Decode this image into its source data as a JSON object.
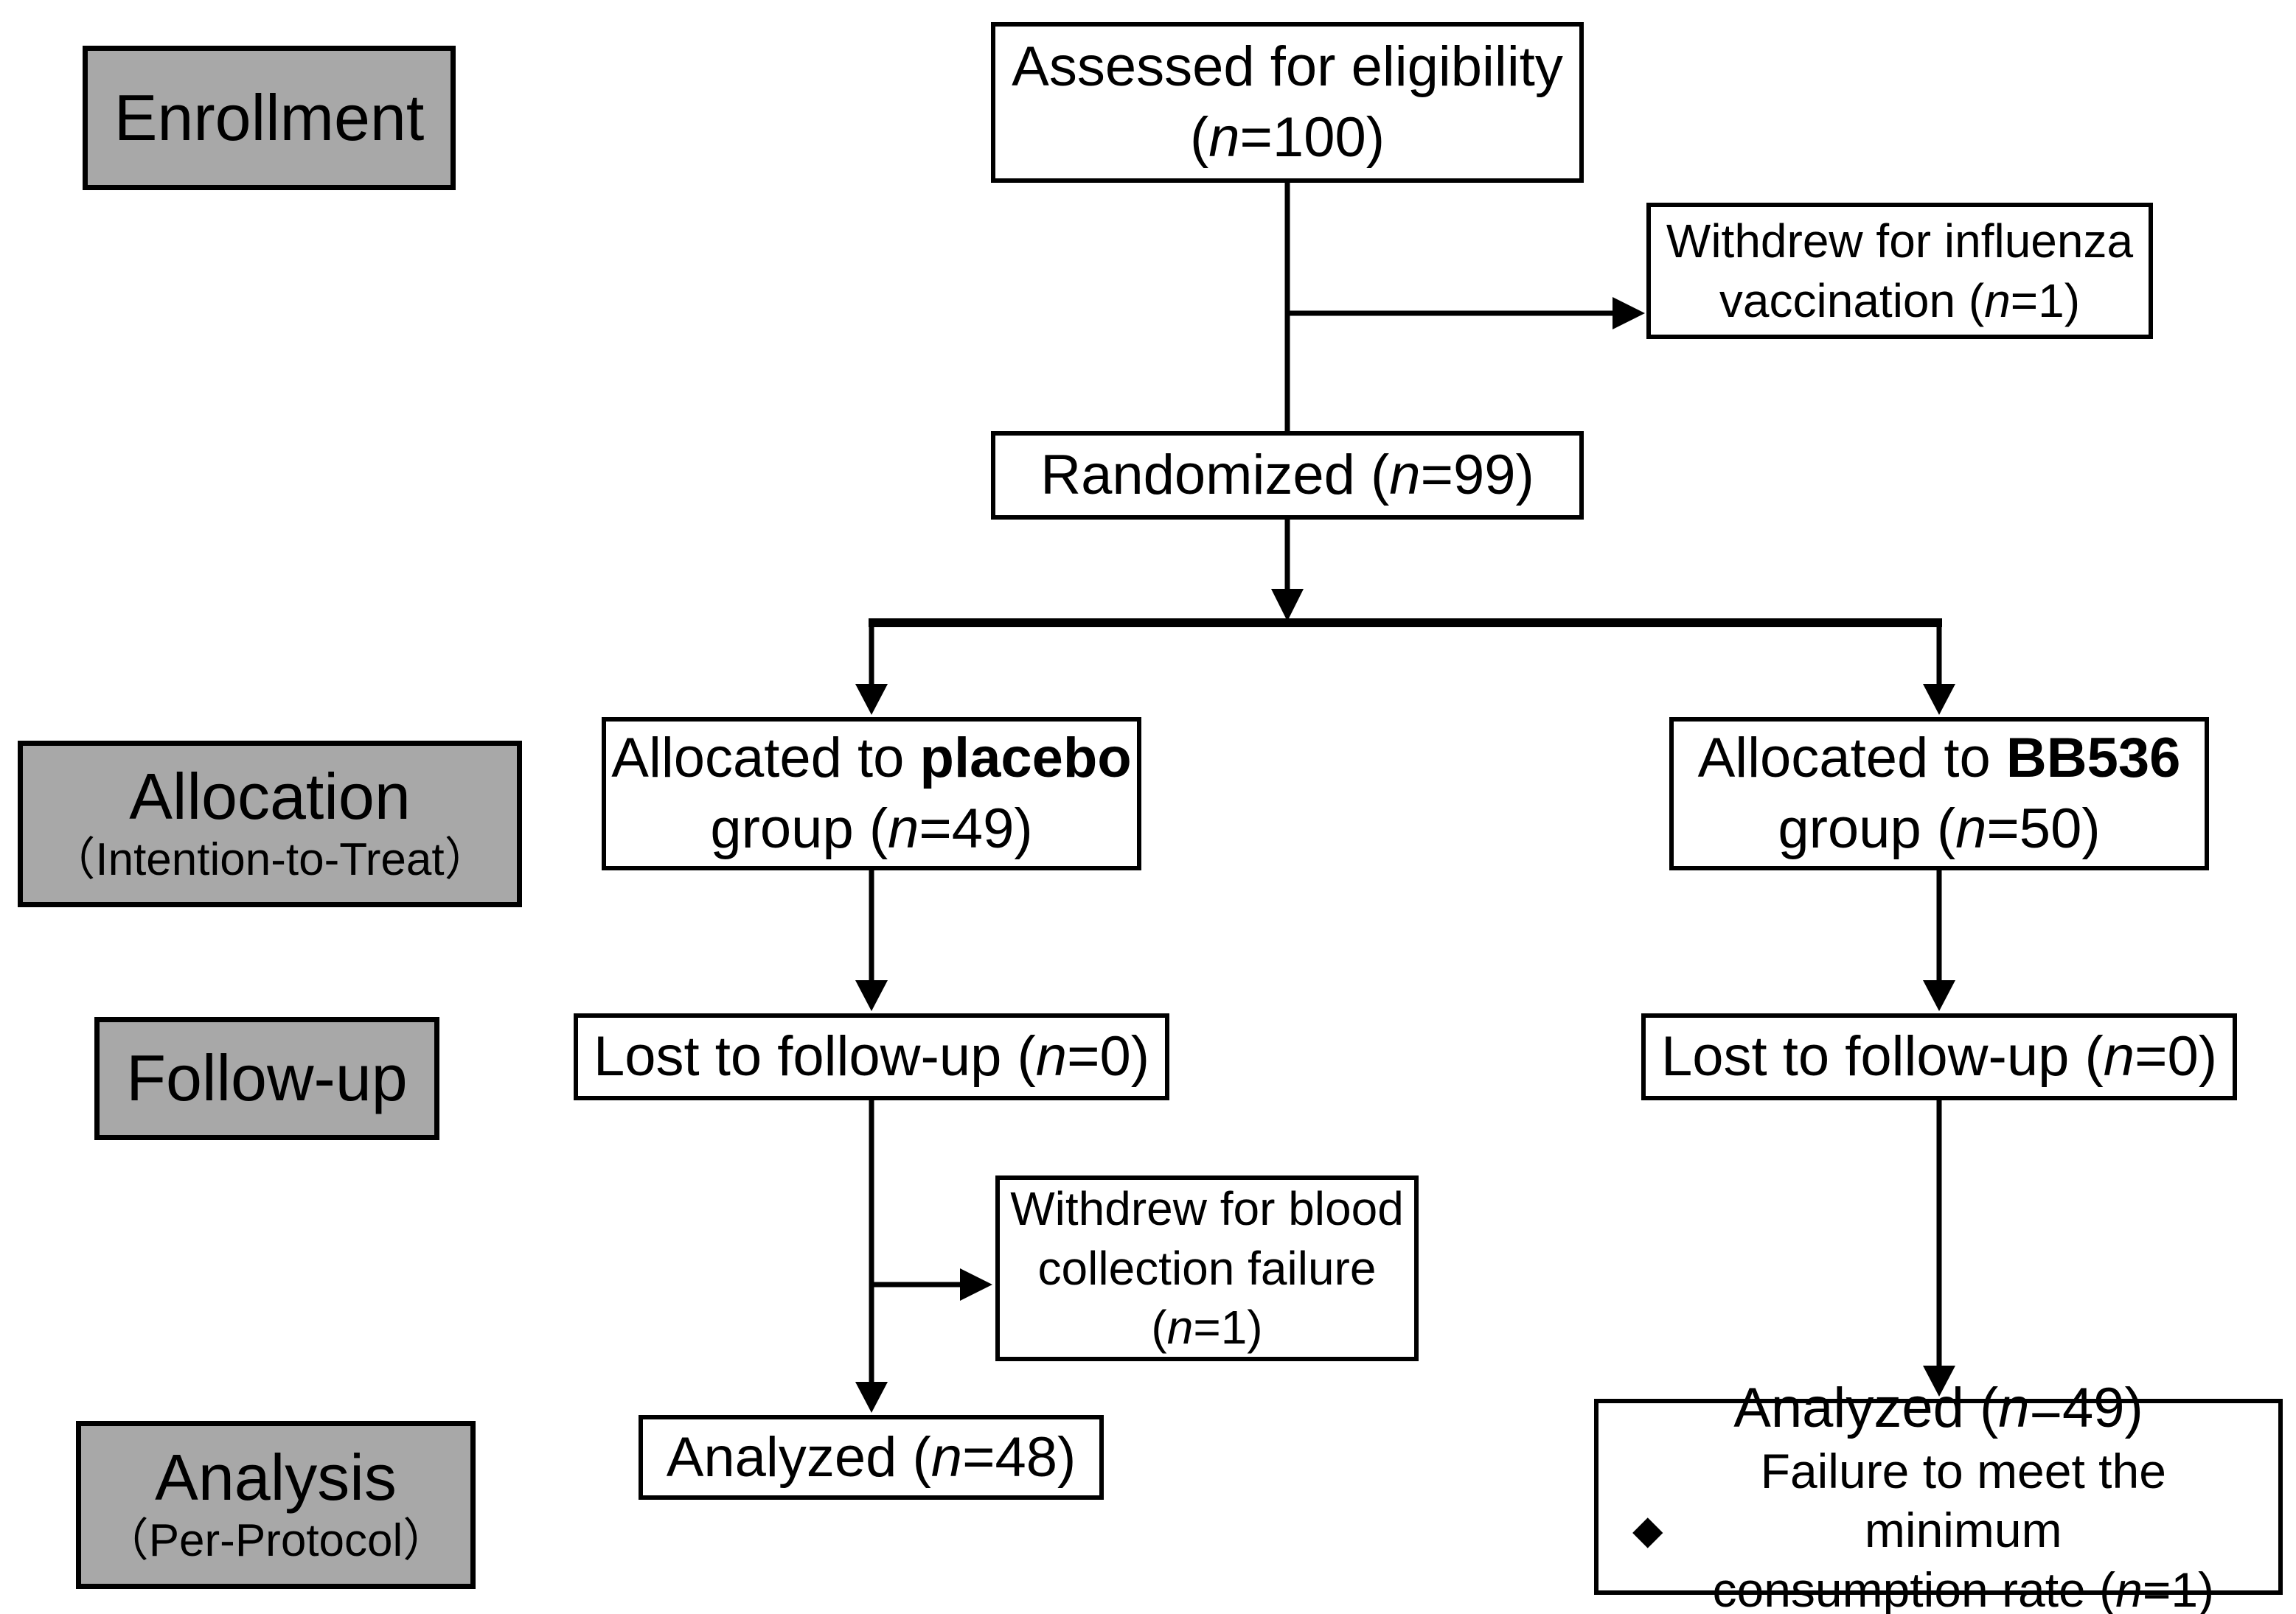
{
  "colors": {
    "stage_label_bg": "#a8a8a8",
    "box_bg": "#ffffff",
    "line_color": "#000000"
  },
  "stages": {
    "enrollment": {
      "title": "Enrollment"
    },
    "allocation": {
      "title": "Allocation",
      "subtitle": "（Intention-to-Treat）"
    },
    "followup": {
      "title": "Follow-up"
    },
    "analysis": {
      "title": "Analysis",
      "subtitle": "（Per-Protocol）"
    }
  },
  "boxes": {
    "assessed": {
      "line1": "Assessed for eligibility",
      "pre": "(",
      "n": "n",
      "post": "=100)"
    },
    "withdrew_flu": {
      "line1": "Withdrew for influenza",
      "pre": "vaccination (",
      "n": "n",
      "post": "=1)"
    },
    "randomized": {
      "pre": "Randomized (",
      "n": "n",
      "post": "=99)"
    },
    "alloc_placebo": {
      "lead": "Allocated to ",
      "group_name": "placebo",
      "pre": "group (",
      "n": "n",
      "post": "=49)"
    },
    "alloc_bb536": {
      "lead": "Allocated to ",
      "group_name": "BB536",
      "pre": "group (",
      "n": "n",
      "post": "=50)"
    },
    "lost_left": {
      "pre": "Lost to follow-up (",
      "n": "n",
      "post": "=0)"
    },
    "lost_right": {
      "pre": "Lost to follow-up (",
      "n": "n",
      "post": "=0)"
    },
    "withdrew_blood": {
      "line1": "Withdrew for blood",
      "line2": "collection failure",
      "pre": "(",
      "n": "n",
      "post": "=1)"
    },
    "analyzed_left": {
      "pre": "Analyzed (",
      "n": "n",
      "post": "=48)"
    },
    "analyzed_right": {
      "pre": "Analyzed (",
      "n": "n",
      "post": "=49)",
      "bullet": "◆",
      "reason_line1": "Failure to meet the minimum",
      "reason_pre": "consumption rate (",
      "reason_n": "n",
      "reason_post": "=1)"
    }
  }
}
